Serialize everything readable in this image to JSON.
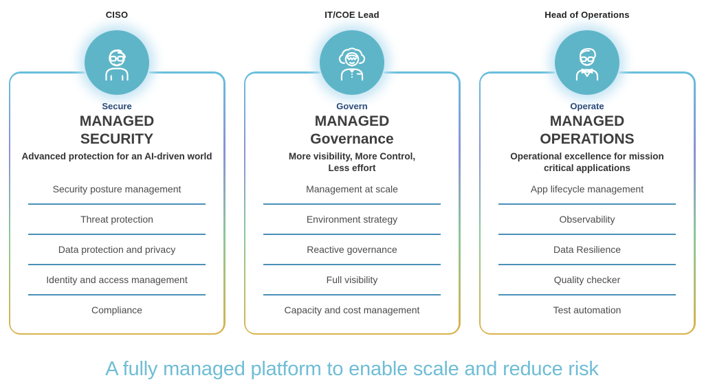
{
  "caption": {
    "text": "A fully managed platform to enable scale and reduce risk"
  },
  "colors": {
    "avatar_bg": "#5fb5c8",
    "pillar_label": "#1e3c6e",
    "separator": "#4a8fb8",
    "caption_text": "#6fbdd5",
    "border_gradient": [
      "#67bfdc",
      "#8b90d6",
      "#8cc79a",
      "#d9b34a"
    ],
    "title_text": "#3d3d3d"
  },
  "columns": [
    {
      "persona": "CISO",
      "icon": "man-glasses-avatar-icon",
      "pillar": "Secure",
      "title_top": "MANAGED",
      "title_bottom": "SECURITY",
      "subtitle": "Advanced protection for an AI-driven world",
      "items": [
        "Security posture management",
        "Threat protection",
        "Data protection and privacy",
        "Identity and access management",
        "Compliance"
      ]
    },
    {
      "persona": "IT/COE Lead",
      "icon": "woman-curly-hair-avatar-icon",
      "pillar": "Govern",
      "title_top": "MANAGED",
      "title_bottom": "Governance",
      "subtitle": "More visibility, More Control, Less effort",
      "items": [
        "Management at scale",
        "Environment strategy",
        "Reactive governance",
        "Full visibility",
        "Capacity and cost management"
      ]
    },
    {
      "persona": "Head of Operations",
      "icon": "man-bowtie-avatar-icon",
      "pillar": "Operate",
      "title_top": "MANAGED",
      "title_bottom": "OPERATIONS",
      "subtitle": "Operational excellence for mission critical applications",
      "items": [
        "App lifecycle management",
        "Observability",
        "Data Resilience",
        "Quality checker",
        "Test automation"
      ]
    }
  ]
}
